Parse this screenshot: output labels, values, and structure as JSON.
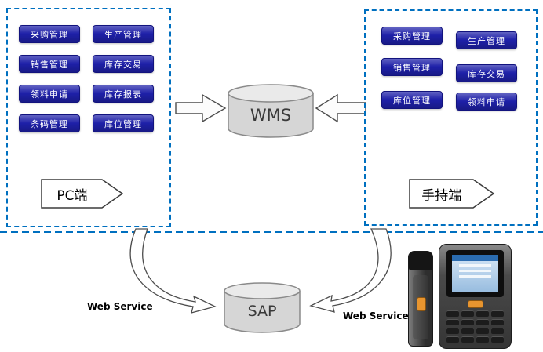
{
  "pc_panel": {
    "label": "PC端",
    "buttons": [
      "采购管理",
      "生产管理",
      "销售管理",
      "库存交易",
      "领料申请",
      "库存报表",
      "条码管理",
      "库位管理"
    ]
  },
  "handheld_panel": {
    "label": "手持端",
    "buttons": [
      "采购管理",
      "生产管理",
      "销售管理",
      "库存交易",
      "库位管理",
      "领料申请"
    ]
  },
  "center": {
    "wms_label": "WMS",
    "sap_label": "SAP"
  },
  "links": {
    "web_service_left": "Web Service",
    "web_service_right": "Web Service"
  },
  "colors": {
    "button_blue": "#1E20A8",
    "panel_border_blue": "#0070C0",
    "cylinder_gray": "#D6D6D6",
    "accent_orange": "#E8952F"
  }
}
